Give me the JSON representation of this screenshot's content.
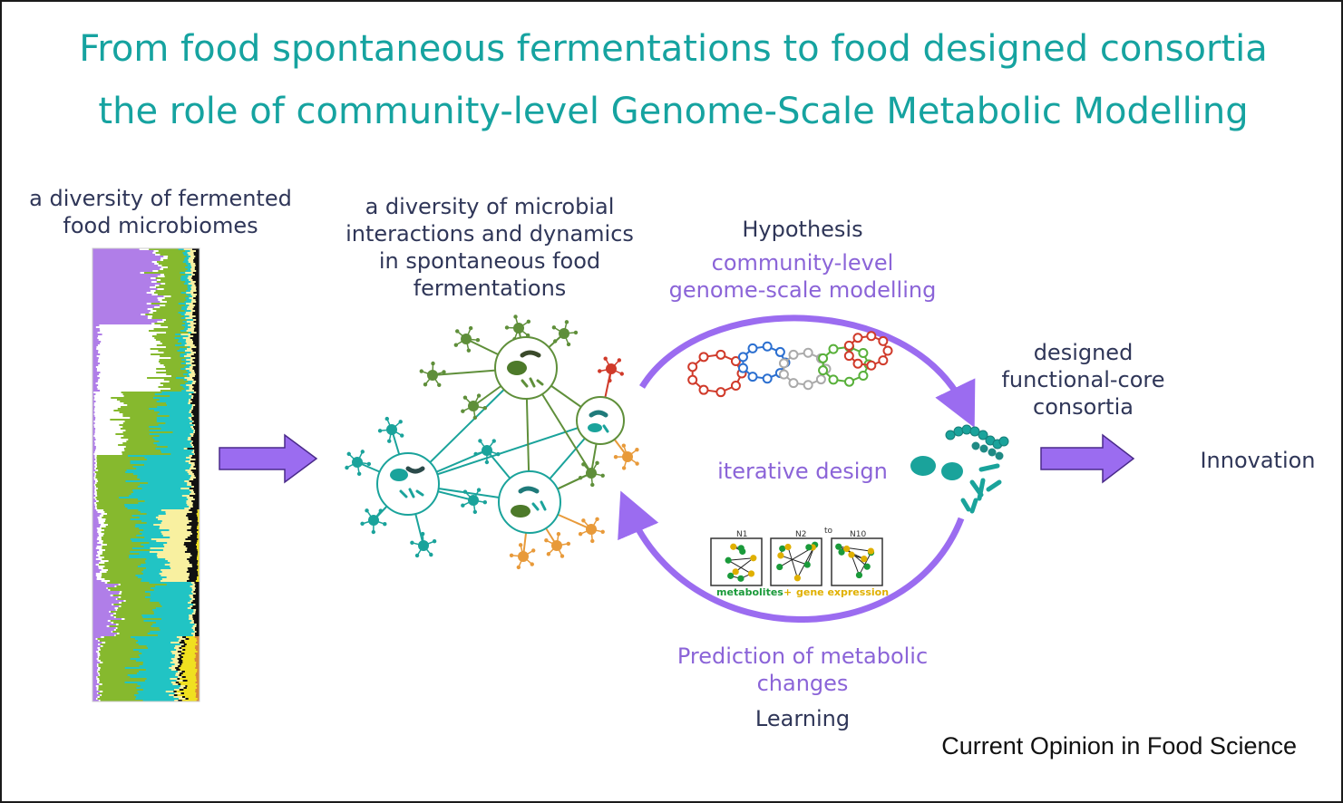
{
  "title": {
    "line1": "From food spontaneous fermentations to food designed consortia",
    "line2": "the role of community-level Genome-Scale Metabolic Modelling"
  },
  "labels": {
    "microbiomes": [
      "a diversity of fermented",
      "food microbiomes"
    ],
    "interactions": [
      "a diversity of microbial",
      "interactions and dynamics",
      "in spontaneous food",
      "fermentations"
    ],
    "hypothesis": "Hypothesis",
    "community": [
      "community-level",
      "genome-scale modelling"
    ],
    "designed": [
      "designed",
      "functional-core",
      "consortia"
    ],
    "innovation": "Innovation",
    "iterative": "iterative design",
    "prediction": [
      "Prediction of metabolic",
      "changes"
    ],
    "learning": "Learning",
    "journal": "Current Opinion in Food Science"
  },
  "networks_panel": {
    "panel_labels": [
      "N1",
      "N2",
      "to",
      "N10"
    ],
    "legend": {
      "metabolites": "metabolites",
      "plus": "+",
      "gene_expression": "gene expression"
    }
  },
  "colors": {
    "title": "#16a3a0",
    "dark_text": "#2f3658",
    "purple": "#8b64d8",
    "arrow_fill": "#9b6cf0",
    "teal": "#1aa39b",
    "olive": "#5f8f3a",
    "orange": "#e89a3a",
    "red": "#d03a2a"
  },
  "microbiome_palette": [
    "#b07ee8",
    "#ffffff",
    "#86b92e",
    "#21c4c4",
    "#f8f0a0",
    "#111111",
    "#f0e020",
    "#d88a3a"
  ]
}
